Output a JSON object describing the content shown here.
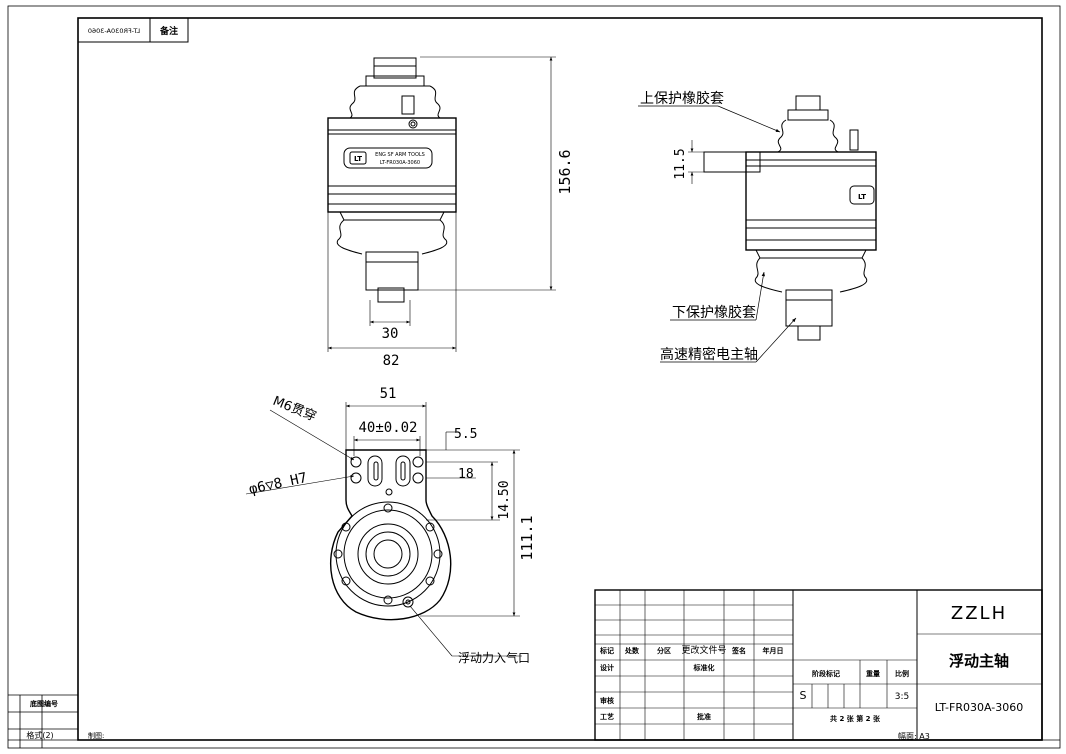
{
  "drawing": {
    "code_mirrored": "LT-FR030A-3060",
    "archive_label": "备注",
    "bottom_left_label": "底图编号",
    "format_label": "格式(2)",
    "drawn_by_label": "制图:",
    "sheet_size_label": "幅面: A3"
  },
  "front_view": {
    "plate_text_line1": "ENG SF ARM TOOLS",
    "plate_text_line2": "LT-FR030A-3060",
    "dim_height": "156.6",
    "dim_inner_width": "30",
    "dim_outer_width": "82"
  },
  "side_view": {
    "label_upper_boot": "上保护橡胶套",
    "label_lower_boot": "下保护橡胶套",
    "label_spindle": "高速精密电主轴",
    "dim_flange": "11.5"
  },
  "bottom_view": {
    "dim_width": "51",
    "dim_slot": "40±0.02",
    "dim_5_5": "5.5",
    "dim_18": "18",
    "dim_14_50": "14.50",
    "dim_111_1": "111.1",
    "label_m6": "M6贯穿",
    "label_hole": "φ6▽8 H7",
    "label_air_inlet": "浮动力入气口"
  },
  "title_block": {
    "header_cells": [
      "标记",
      "处数",
      "分区",
      "更改文件号",
      "签名",
      "年月日"
    ],
    "row_design": "设计",
    "row_standard": "标准化",
    "row_review": "审核",
    "row_process": "工艺",
    "row_approve": "批准",
    "stage_label": "阶段标记",
    "weight_label": "重量",
    "scale_label": "比例",
    "stage_value": "S",
    "scale_value": "3:5",
    "sheet_count": "共 2 张  第 2 张",
    "company": "ZZLH",
    "part_name": "浮动主轴",
    "drawing_number": "LT-FR030A-3060"
  }
}
